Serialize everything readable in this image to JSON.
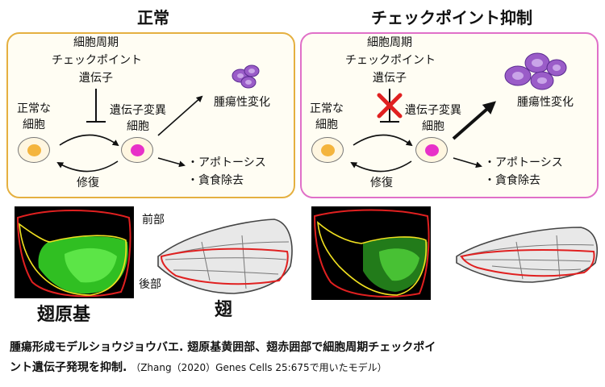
{
  "left_panel": {
    "title": "正常",
    "gene_label_1": "細胞周期",
    "gene_label_2": "チェックポイント",
    "gene_label_3": "遺伝子",
    "normal_cell_1": "正常な",
    "normal_cell_2": "細胞",
    "mutant_cell_1": "遺伝子変異",
    "mutant_cell_2": "細胞",
    "tumor": "腫瘍性変化",
    "fate_1": "・アポトーシス",
    "fate_2": "・貪食除去",
    "repair": "修復"
  },
  "right_panel": {
    "title": "チェックポイント抑制",
    "gene_label_1": "細胞周期",
    "gene_label_2": "チェックポイント",
    "gene_label_3": "遺伝子",
    "normal_cell_1": "正常な",
    "normal_cell_2": "細胞",
    "mutant_cell_1": "遺伝子変異",
    "mutant_cell_2": "細胞",
    "tumor": "腫瘍性変化",
    "fate_1": "・アポトーシス",
    "fate_2": "・貪食除去",
    "repair": "修復"
  },
  "photos": {
    "front": "前部",
    "back": "後部",
    "wing_disc": "翅原基",
    "wing": "翅"
  },
  "caption": {
    "line1": "腫瘍形成モデルショウジョウバエ. 翅原基黄囲部、翅赤囲部で細胞周期チェックポイ",
    "line2": "ント遺伝子発現を抑制.",
    "citation": "（Zhang（2020）Genes Cells 25:675で用いたモデル）"
  },
  "colors": {
    "left_border": "#e5b040",
    "right_border": "#e070c8",
    "normal_nucleus": "#f4b43c",
    "mutant_nucleus": "#e830c8",
    "tumor_cell": "#9a5cc8",
    "inhibit_x": "#e02020",
    "gfp_green": "#38e028"
  }
}
